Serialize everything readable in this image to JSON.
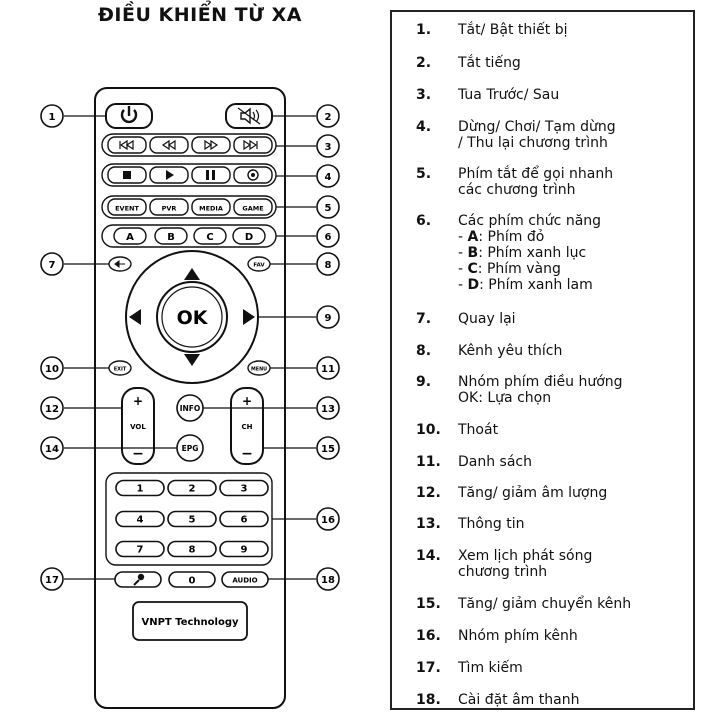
{
  "title": "ĐIỀU KHIỂN TỪ XA",
  "remote": {
    "row_a": [
      "A",
      "B",
      "C",
      "D"
    ],
    "row_shortcuts": [
      "EVENT",
      "PVR",
      "MEDIA",
      "GAME"
    ],
    "ok": "OK",
    "fav": "FAV",
    "exit": "EXIT",
    "menu": "MENU",
    "info": "INFO",
    "epg": "EPG",
    "vol": "VOL",
    "ch": "CH",
    "plus": "+",
    "minus": "−",
    "digits": [
      "1",
      "2",
      "3",
      "4",
      "5",
      "6",
      "7",
      "8",
      "9"
    ],
    "zero": "0",
    "audio": "AUDIO",
    "brand": "VNPT Technology"
  },
  "callouts": [
    "1",
    "2",
    "3",
    "4",
    "5",
    "6",
    "7",
    "8",
    "9",
    "10",
    "11",
    "12",
    "13",
    "14",
    "15",
    "16",
    "17",
    "18"
  ],
  "legend": [
    {
      "num": "1.",
      "text": "Tắt/ Bật thiết bị"
    },
    {
      "num": "2.",
      "text": "Tắt tiếng"
    },
    {
      "num": "3.",
      "text": "Tua Trước/ Sau"
    },
    {
      "num": "4.",
      "text": "Dừng/ Chơi/ Tạm dừng",
      "text2": "/ Thu lại chương trình"
    },
    {
      "num": "5.",
      "text": "Phím tắt để gọi nhanh",
      "text2": "các chương trình"
    },
    {
      "num": "6.",
      "text": "Các phím chức năng",
      "subs": [
        {
          "key": "A",
          "desc": ": Phím đỏ"
        },
        {
          "key": "B",
          "desc": ": Phím xanh lục"
        },
        {
          "key": "C",
          "desc": ": Phím vàng"
        },
        {
          "key": "D",
          "desc": ": Phím xanh lam"
        }
      ]
    },
    {
      "num": "7.",
      "text": "Quay lại"
    },
    {
      "num": "8.",
      "text": "Kênh yêu thích"
    },
    {
      "num": "9.",
      "text": "Nhóm phím điều hướng",
      "text2": "OK: Lựa chọn"
    },
    {
      "num": "10.",
      "text": "Thoát"
    },
    {
      "num": "11.",
      "text": "Danh sách"
    },
    {
      "num": "12.",
      "text": "Tăng/ giảm âm lượng"
    },
    {
      "num": "13.",
      "text": "Thông tin"
    },
    {
      "num": "14.",
      "text": "Xem lịch phát sóng",
      "text2": "chương trình"
    },
    {
      "num": "15.",
      "text": "Tăng/ giảm chuyển kênh"
    },
    {
      "num": "16.",
      "text": "Nhóm phím kênh"
    },
    {
      "num": "17.",
      "text": "Tìm kiếm"
    },
    {
      "num": "18.",
      "text": "Cài đặt âm thanh"
    }
  ]
}
